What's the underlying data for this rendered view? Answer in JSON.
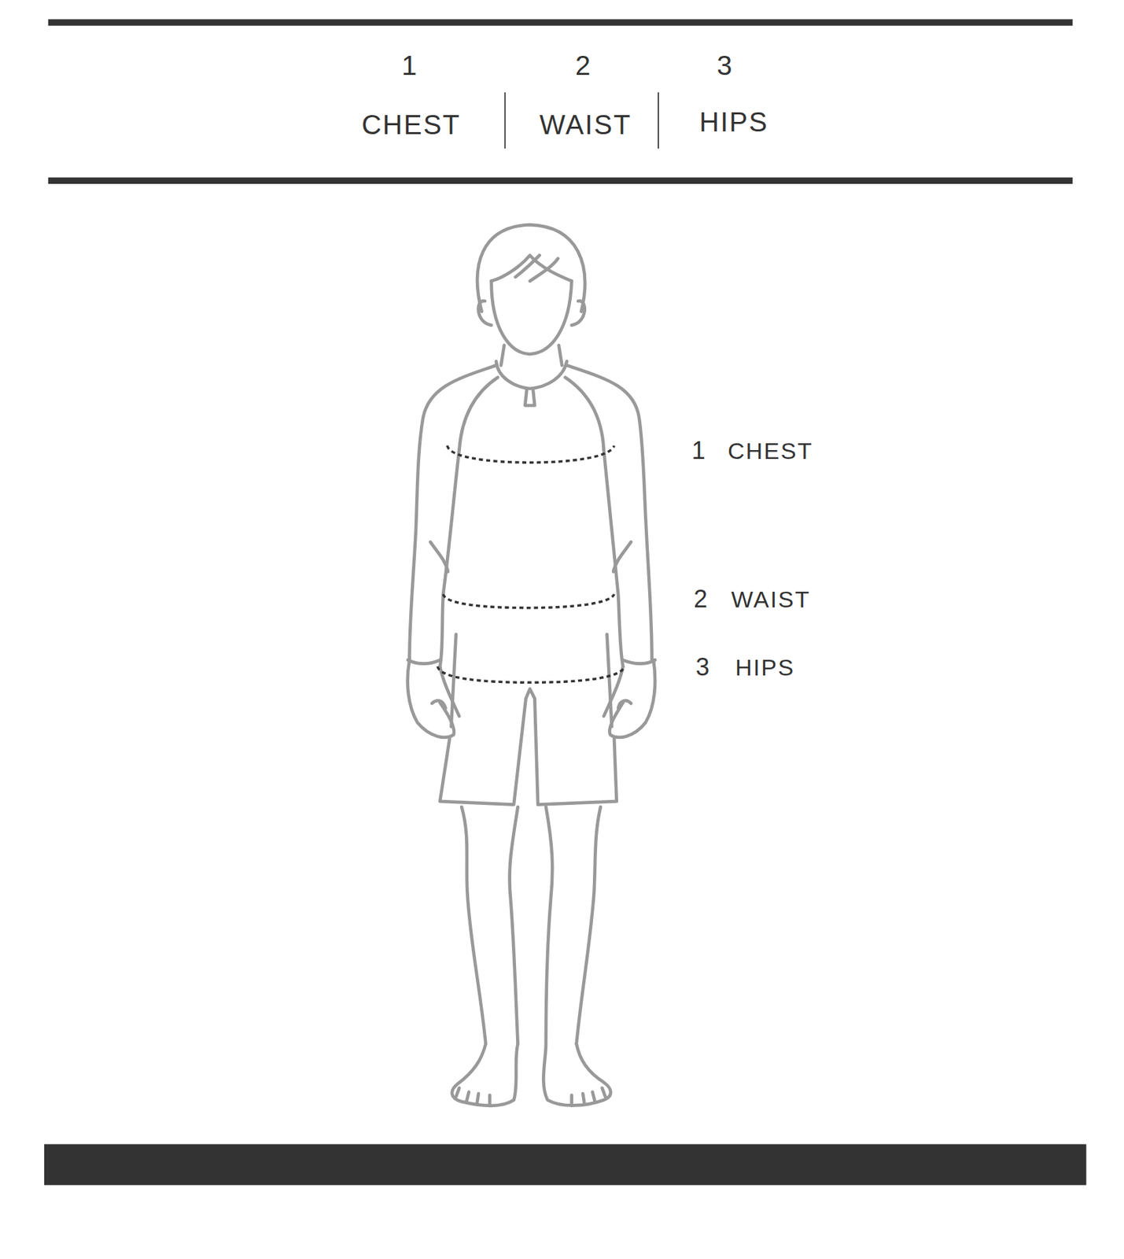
{
  "diagram": {
    "labels": [
      "1",
      "CHEST",
      "2",
      "WAIST",
      "3",
      "HIPS",
      "1",
      "CHEST",
      "2",
      "WAIST",
      "3",
      "HIPS"
    ]
  }
}
